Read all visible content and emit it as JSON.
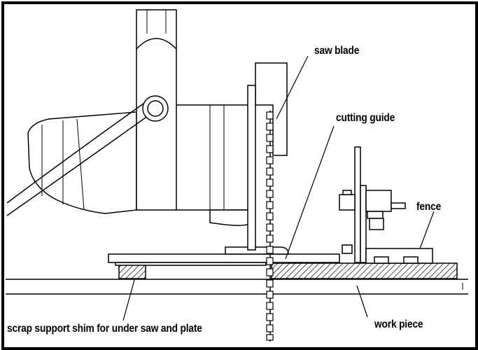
{
  "labels": {
    "saw_blade": "saw blade",
    "cutting_guide": "cutting guide",
    "fence": "fence",
    "work_piece": "work piece",
    "scrap_shim": "scrap support shim for under saw and plate"
  },
  "colors": {
    "line": "#000000",
    "background": "#ffffff"
  }
}
